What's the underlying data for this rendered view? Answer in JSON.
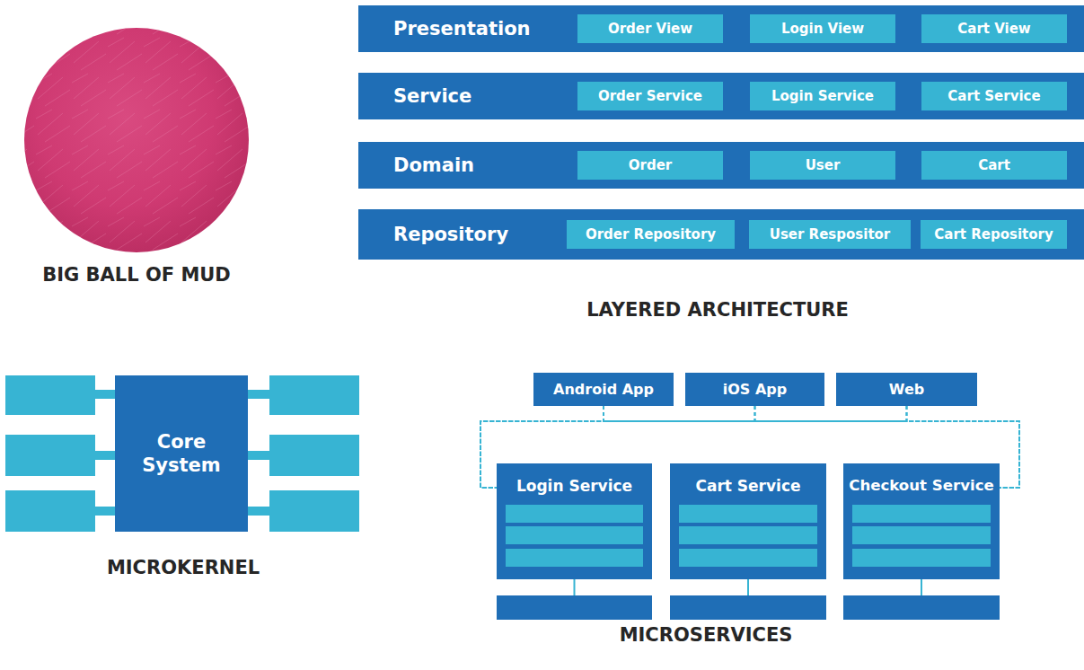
{
  "diagram": {
    "nodes": [
      {
        "text": [
          "Presentation"
        ]
      },
      {
        "text": [
          "Order View"
        ],
        "in": 0
      },
      {
        "text": [
          "Login View"
        ],
        "in": 0
      },
      {
        "text": [
          "Cart View"
        ],
        "in": 0
      },
      {
        "text": [
          "Service"
        ]
      },
      {
        "text": [
          "Order Service"
        ],
        "in": 4
      },
      {
        "text": [
          "Login Service"
        ],
        "in": 4
      },
      {
        "text": [
          "Cart Service"
        ],
        "in": 4
      },
      {
        "text": [
          "Domain"
        ]
      },
      {
        "text": [
          "Order"
        ],
        "in": 8
      },
      {
        "text": [
          "User"
        ],
        "in": 8
      },
      {
        "text": [
          "Cart"
        ],
        "in": 8
      },
      {
        "text": [
          "Repository"
        ]
      },
      {
        "text": [
          "Order Repository"
        ],
        "in": 12
      },
      {
        "text": [
          "User Respositor"
        ],
        "in": 12
      },
      {
        "text": [
          "Cart Repository"
        ],
        "in": 12
      },
      {
        "text": [
          "Core System"
        ]
      },
      {
        "text": [
          "Android App"
        ]
      },
      {
        "text": [
          "iOS App"
        ]
      },
      {
        "text": [
          "Web"
        ]
      },
      {
        "text": [
          "Login Service"
        ]
      },
      {
        "text": [
          "Cart Service"
        ]
      },
      {
        "text": [
          "Checkout Service"
        ]
      }
    ],
    "edges": [
      {
        "from": 17,
        "to": 20,
        "arrow": "none"
      },
      {
        "from": 18,
        "to": 20,
        "arrow": "none"
      },
      {
        "from": 19,
        "to": 20,
        "arrow": "none"
      },
      {
        "from": 17,
        "to": 22,
        "arrow": "none"
      },
      {
        "from": 18,
        "to": 22,
        "arrow": "none"
      },
      {
        "from": 19,
        "to": 22,
        "arrow": "none"
      }
    ],
    "labels": [
      "BIG BALL OF MUD",
      "LAYERED ARCHITECTURE",
      "MICROKERNEL",
      "MICROSERVICES"
    ]
  }
}
